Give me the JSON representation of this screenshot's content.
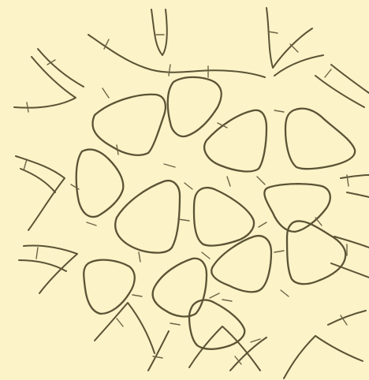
{
  "figure": {
    "background_color": "#fdf3c8",
    "line_color": "#5a5335",
    "cells": [
      {
        "id": "cell-1"
      },
      {
        "id": "cell-2"
      },
      {
        "id": "cell-3"
      },
      {
        "id": "cell-4"
      },
      {
        "id": "cell-5"
      },
      {
        "id": "cell-6"
      },
      {
        "id": "cell-7"
      },
      {
        "id": "cell-8"
      },
      {
        "id": "cell-9"
      },
      {
        "id": "cell-10"
      },
      {
        "id": "cell-11"
      },
      {
        "id": "cell-12"
      },
      {
        "id": "cell-13"
      }
    ]
  }
}
